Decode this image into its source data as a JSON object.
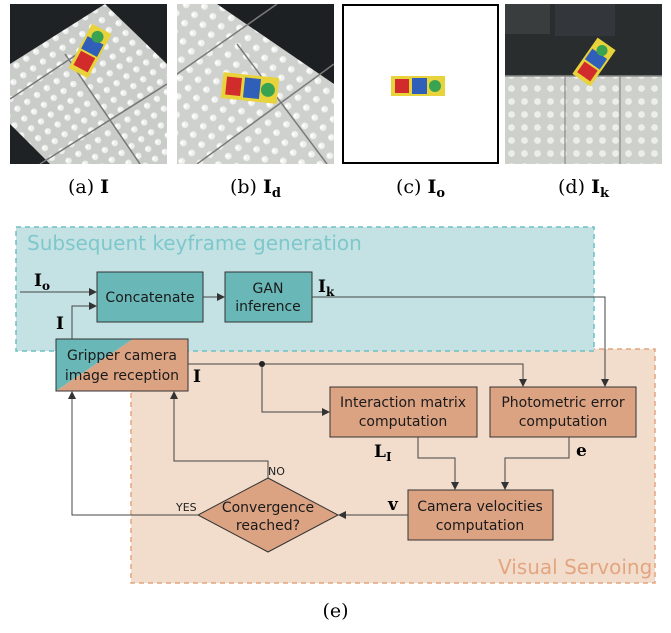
{
  "panels": [
    {
      "label": "(a)",
      "symbol": "I",
      "subscript": ""
    },
    {
      "label": "(b)",
      "symbol": "I",
      "subscript": "d"
    },
    {
      "label": "(c)",
      "symbol": "I",
      "subscript": "o"
    },
    {
      "label": "(d)",
      "symbol": "I",
      "subscript": "k"
    }
  ],
  "diagram": {
    "caption": "(e)",
    "region_keyframe": "Subsequent keyframe generation",
    "region_servoing": "Visual Servoing",
    "box_concatenate": "Concatenate",
    "box_gan_line1": "GAN",
    "box_gan_line2": "inference",
    "box_gripper_line1": "Gripper camera",
    "box_gripper_line2": "image reception",
    "box_interaction_line1": "Interaction matrix",
    "box_interaction_line2": "computation",
    "box_photometric_line1": "Photometric error",
    "box_photometric_line2": "computation",
    "box_velocities_line1": "Camera velocities",
    "box_velocities_line2": "computation",
    "diamond_line1": "Convergence",
    "diamond_line2": "reached?",
    "label_yes": "YES",
    "label_no": "NO",
    "sym_I": "I",
    "sym_o": "o",
    "sym_k": "k",
    "sym_L": "L",
    "sym_e": "e",
    "sym_v": "v"
  },
  "colors": {
    "teal_box": "#6ab7b8",
    "teal_region": "#c4e2e3",
    "teal_border": "#6cc0c4",
    "orange_box": "#dca383",
    "orange_region": "#f2ddcd",
    "orange_border": "#e2a57f",
    "region_text_teal": "#7ec8cc",
    "region_text_orange": "#e3a57f"
  }
}
